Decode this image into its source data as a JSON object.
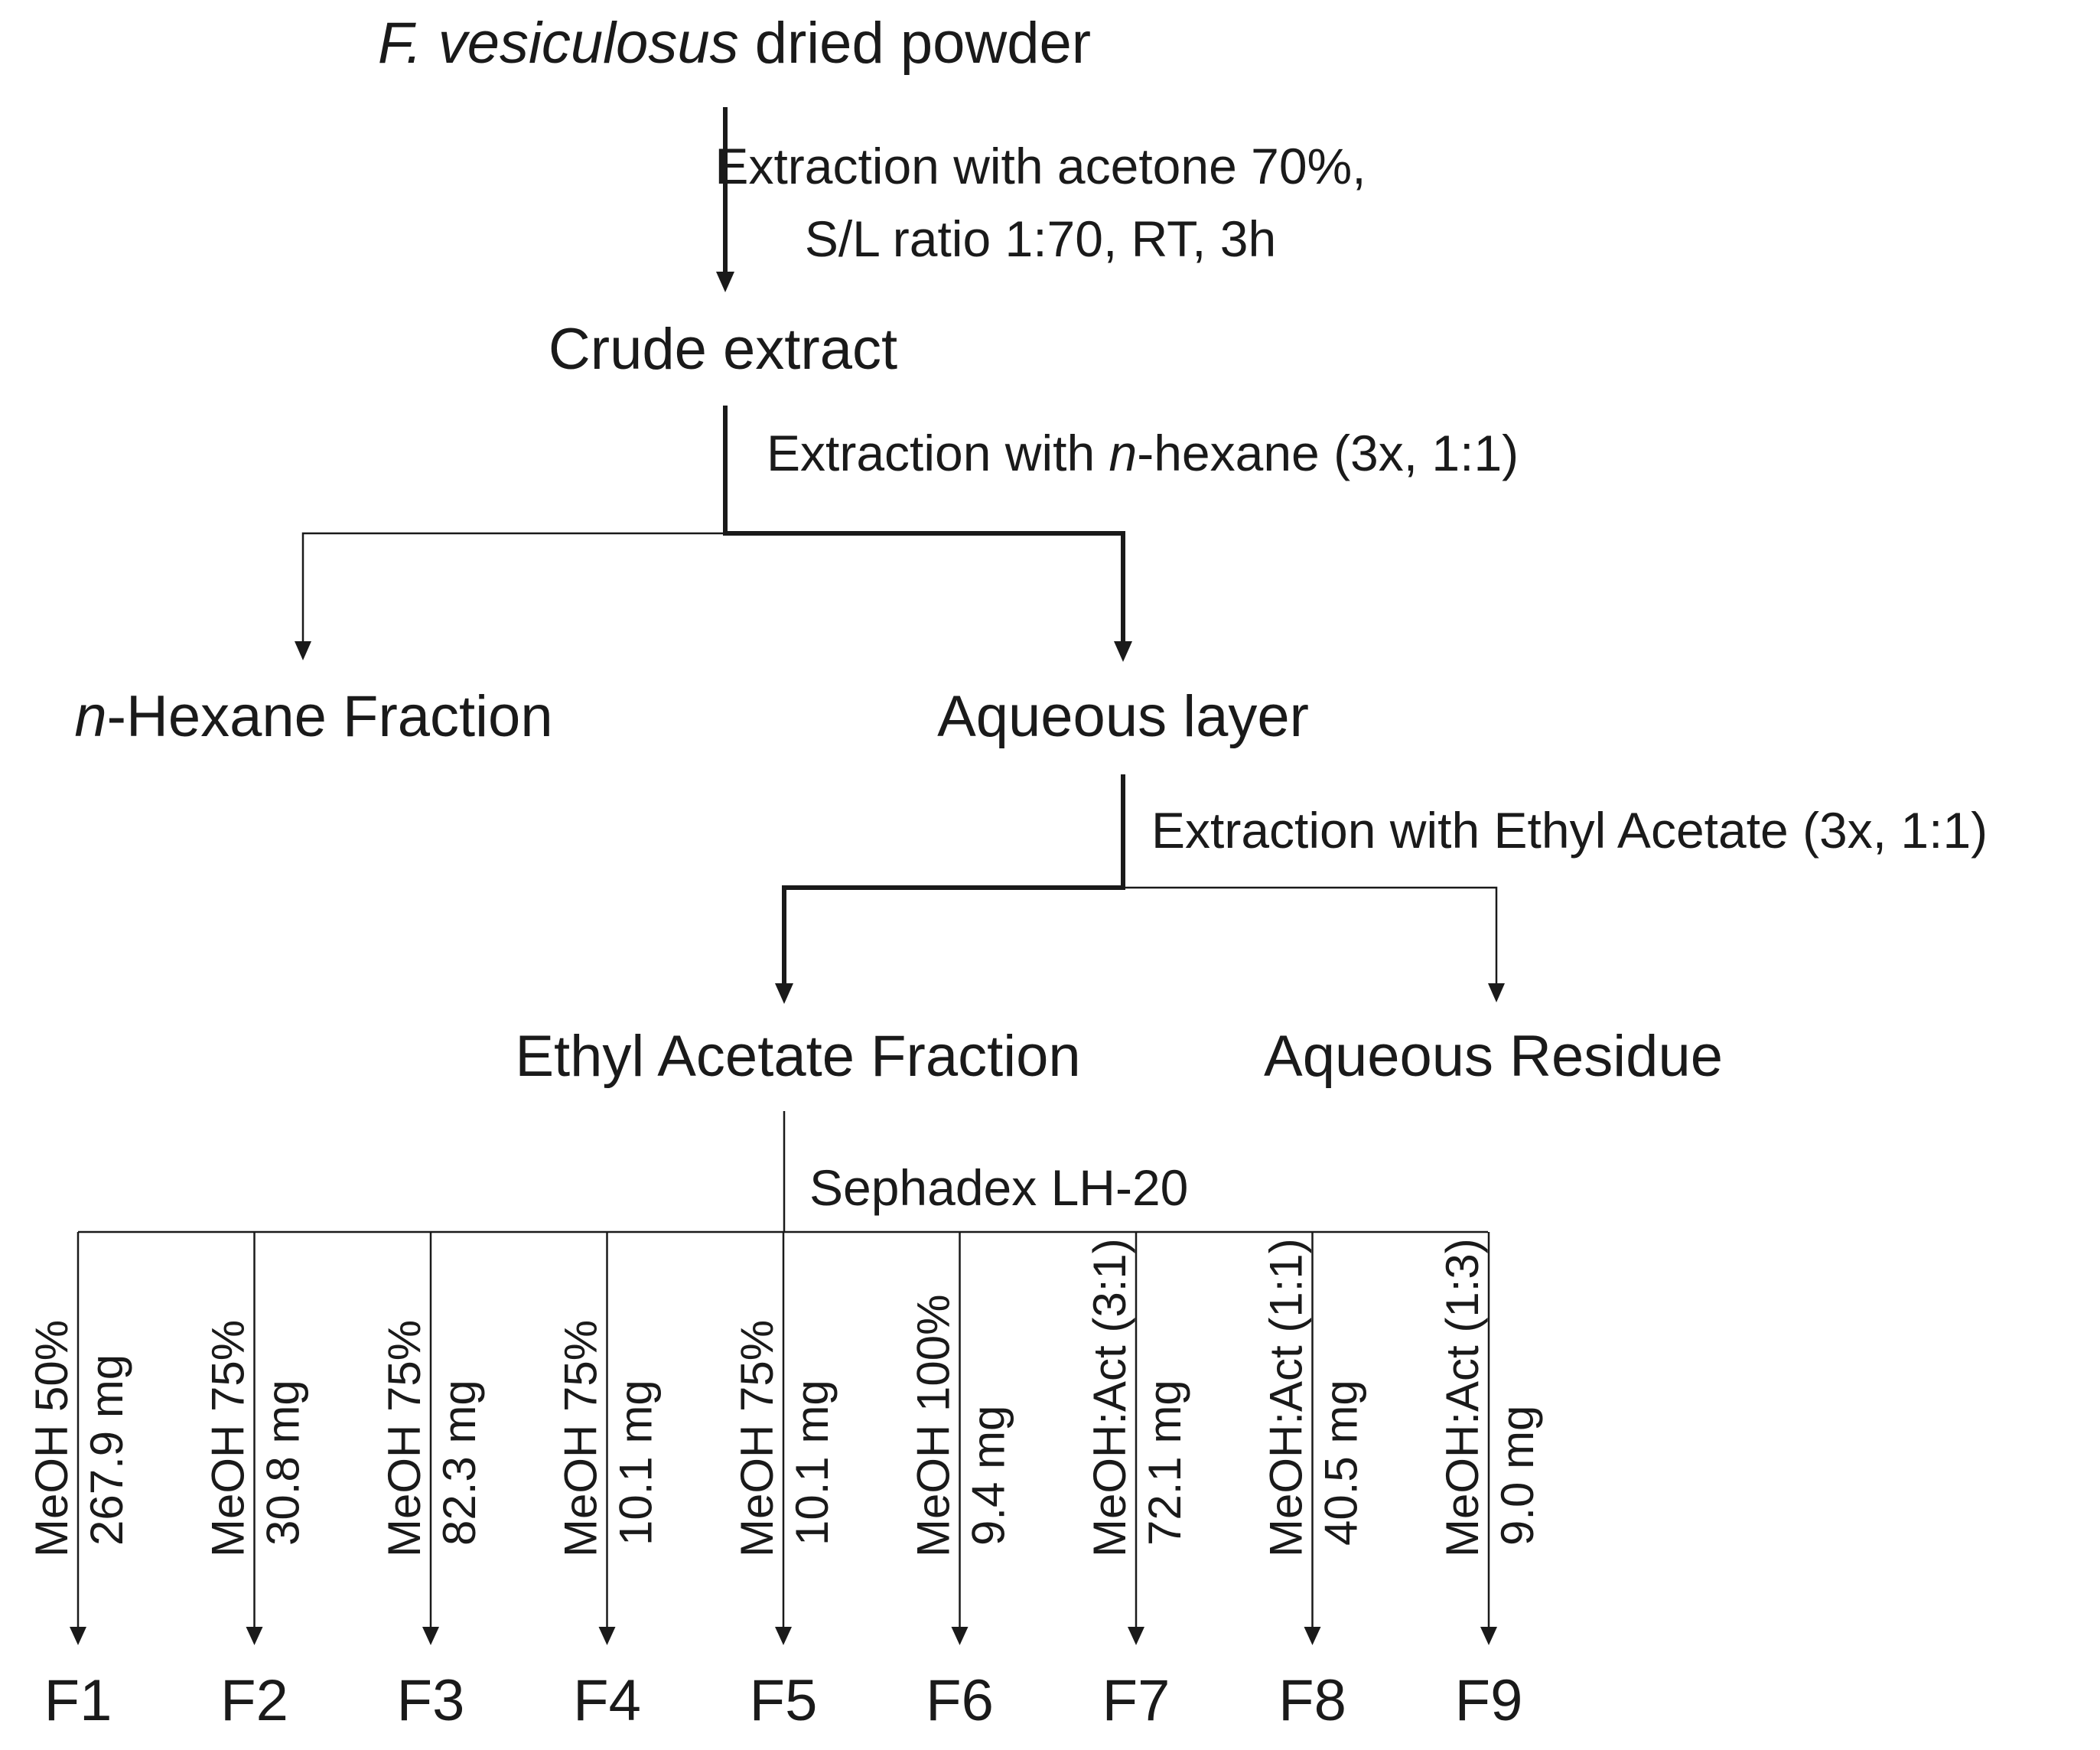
{
  "nodes": {
    "source": {
      "italic": "F. vesiculosus",
      "rest": " dried powder"
    },
    "crude": "Crude extract",
    "hexane": {
      "italic": "n",
      "rest": "-Hexane Fraction"
    },
    "aqueous_layer": "Aqueous layer",
    "ethyl_acetate": "Ethyl Acetate Fraction",
    "aqueous_residue": "Aqueous Residue"
  },
  "steps": {
    "acetone_line1": "Extraction with acetone 70%,",
    "acetone_line2": "S/L ratio 1:70, RT, 3h",
    "hexane": {
      "pre": "Extraction with ",
      "italic": "n",
      "post": "-hexane (3x, 1:1)"
    },
    "ethyl_acetate": "Extraction with Ethyl Acetate (3x, 1:1)",
    "sephadex": "Sephadex LH-20"
  },
  "fractions": [
    {
      "name": "F1",
      "eluent": "MeOH 50%",
      "mass": "267.9 mg"
    },
    {
      "name": "F2",
      "eluent": "MeOH 75%",
      "mass": "30.8 mg"
    },
    {
      "name": "F3",
      "eluent": "MeOH 75%",
      "mass": "82.3 mg"
    },
    {
      "name": "F4",
      "eluent": "MeOH 75%",
      "mass": "10.1 mg"
    },
    {
      "name": "F5",
      "eluent": "MeOH 75%",
      "mass": "10.1 mg"
    },
    {
      "name": "F6",
      "eluent": "MeOH 100%",
      "mass": "9.4 mg"
    },
    {
      "name": "F7",
      "eluent": "MeOH:Act (3:1)",
      "mass": "72.1 mg"
    },
    {
      "name": "F8",
      "eluent": "MeOH:Act (1:1)",
      "mass": "40.5 mg"
    },
    {
      "name": "F9",
      "eluent": "MeOH:Act (1:3)",
      "mass": "9.0 mg"
    }
  ]
}
